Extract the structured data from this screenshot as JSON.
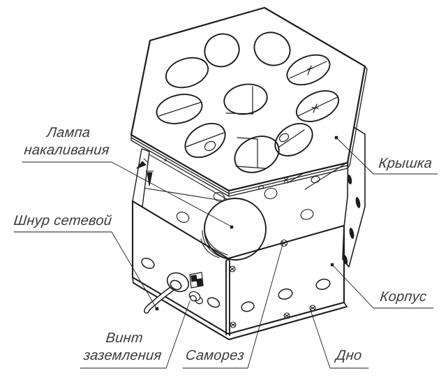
{
  "figure": {
    "background": "#ffffff",
    "line_color": "#1d1d1d",
    "text_color": "#3a3a3a",
    "type": "isometric technical drawing of hexagonal lamp heater enclosure"
  },
  "labels": {
    "lamp": {
      "line1": "Лампа",
      "line2": "накаливания"
    },
    "cover": {
      "text": "Крышка"
    },
    "cord": {
      "text": "Шнур сетевой"
    },
    "ground_screw": {
      "line1": "Винт",
      "line2": "заземления"
    },
    "screw": {
      "text": "Саморез"
    },
    "body": {
      "text": "Корпус"
    },
    "bottom": {
      "text": "Дно"
    }
  }
}
